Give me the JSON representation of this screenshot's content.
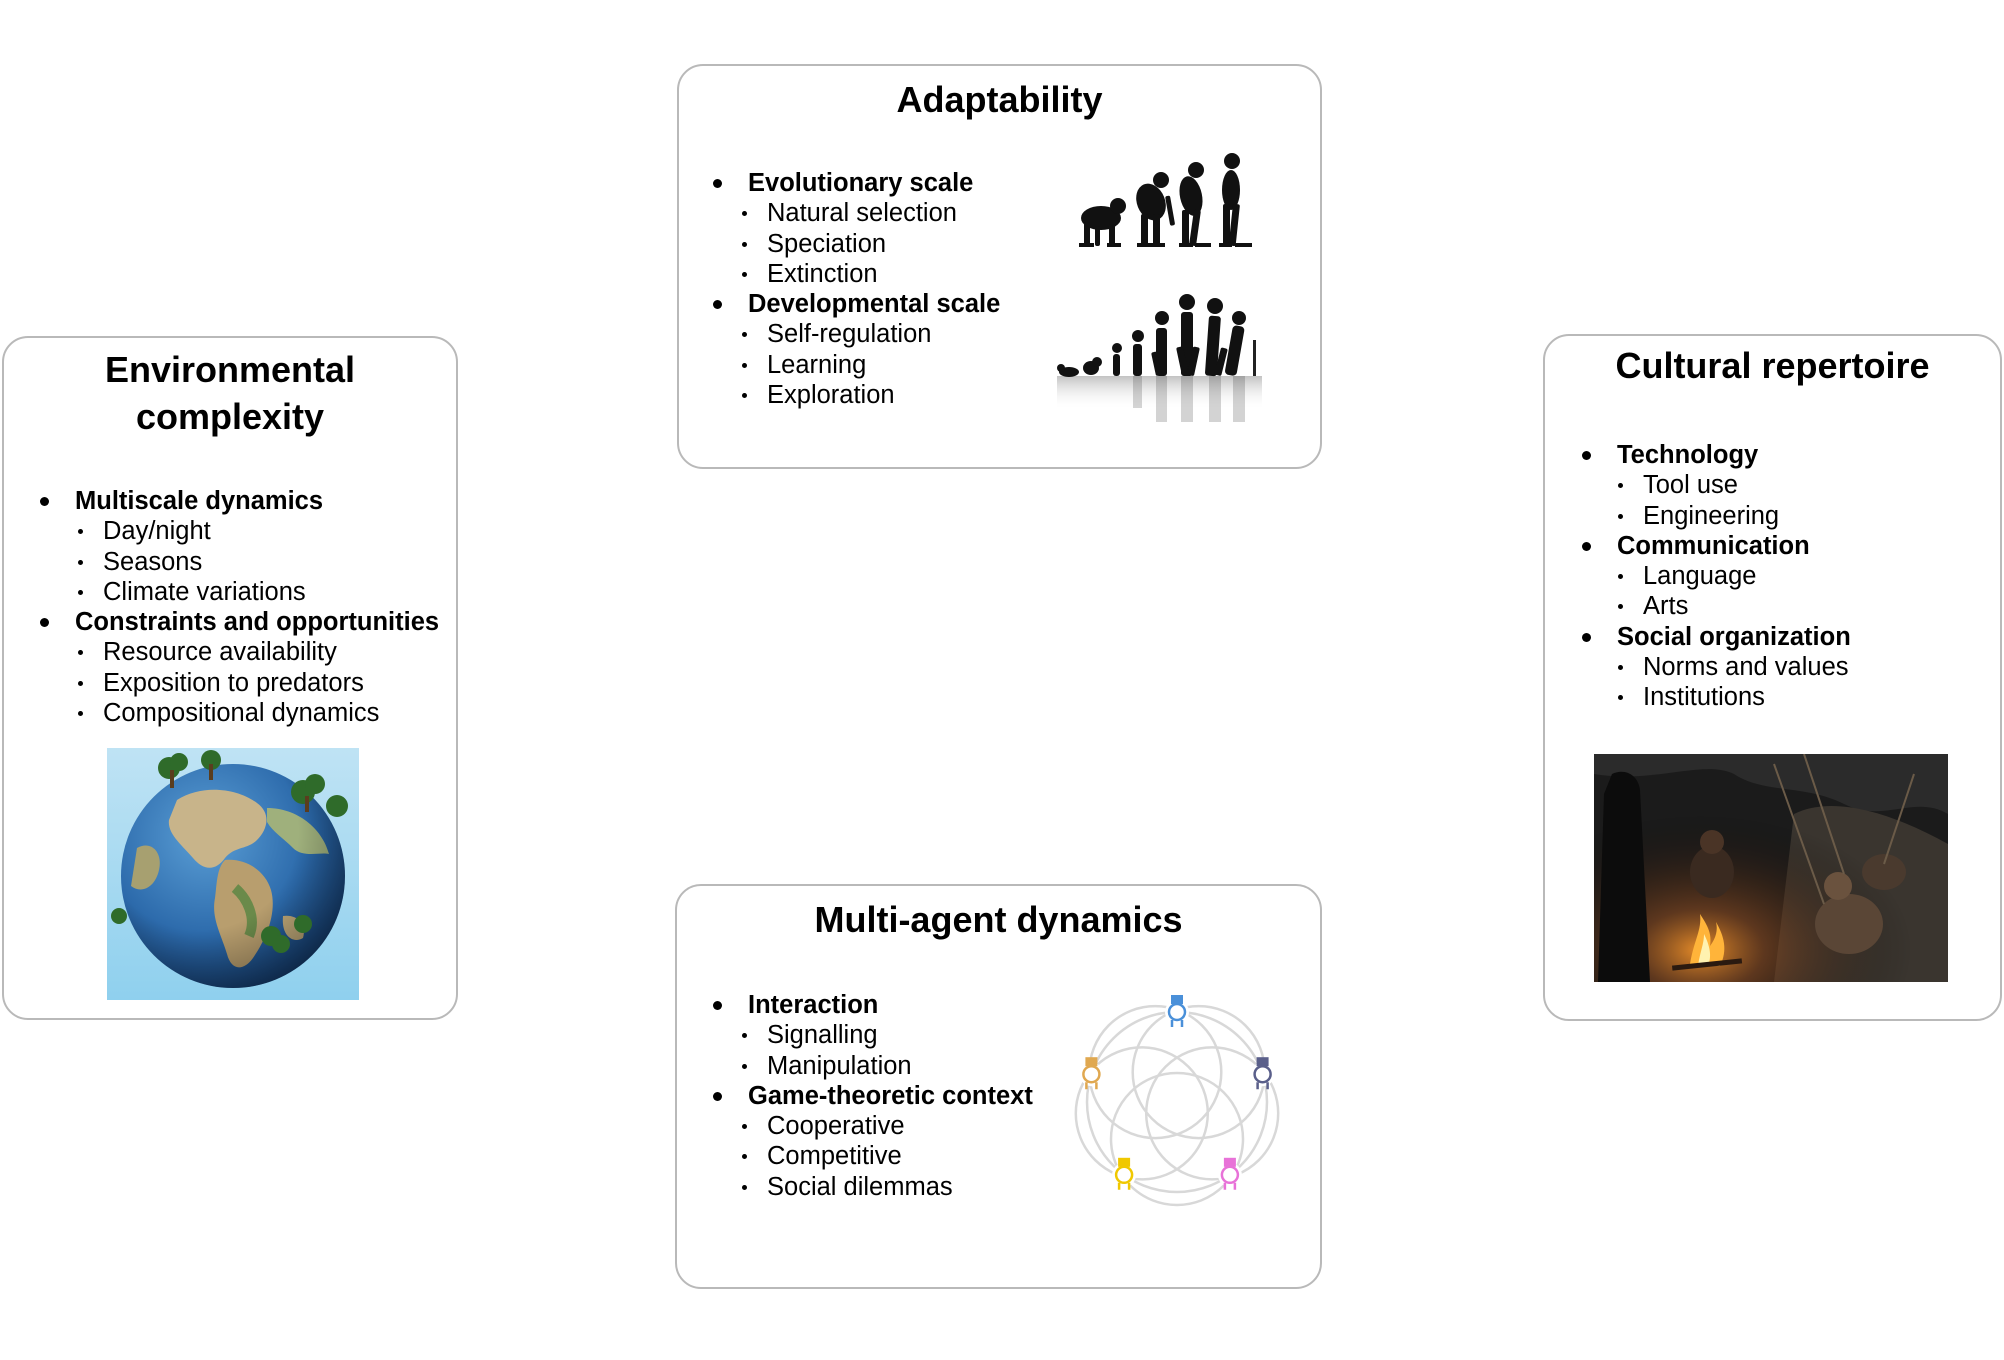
{
  "boxes": {
    "adaptability": {
      "title": "Adaptability",
      "groups": [
        {
          "heading": "Evolutionary scale",
          "items": [
            "Natural selection",
            "Speciation",
            "Extinction"
          ]
        },
        {
          "heading": "Developmental scale",
          "items": [
            "Self-regulation",
            "Learning",
            "Exploration"
          ]
        }
      ],
      "images": {
        "top": "evolution-silhouette-icon",
        "bottom": "lifespan-silhouette-icon"
      }
    },
    "environmental": {
      "title_lines": [
        "Environmental",
        "complexity"
      ],
      "groups": [
        {
          "heading": "Multiscale dynamics",
          "items": [
            "Day/night",
            "Seasons",
            "Climate variations"
          ]
        },
        {
          "heading": "Constraints and opportunities",
          "items": [
            "Resource availability",
            "Exposition to predators",
            "Compositional dynamics"
          ]
        }
      ],
      "image": "earth-globe-icon"
    },
    "cultural": {
      "title": "Cultural repertoire",
      "groups": [
        {
          "heading": "Technology",
          "items": [
            "Tool use",
            "Engineering"
          ]
        },
        {
          "heading": "Communication",
          "items": [
            "Language",
            "Arts"
          ]
        },
        {
          "heading": "Social organization",
          "items": [
            "Norms and values",
            "Institutions"
          ]
        }
      ],
      "image": "campfire-cave-scene"
    },
    "multiagent": {
      "title": "Multi-agent dynamics",
      "groups": [
        {
          "heading": "Interaction",
          "items": [
            "Signalling",
            "Manipulation"
          ]
        },
        {
          "heading": "Game-theoretic context",
          "items": [
            "Cooperative",
            "Competitive",
            "Social dilemmas"
          ]
        }
      ],
      "image": "agent-network-icon",
      "agent_colors": [
        "#4a90d9",
        "#5a5f8a",
        "#e872d8",
        "#f0c800",
        "#e0a850"
      ]
    }
  }
}
